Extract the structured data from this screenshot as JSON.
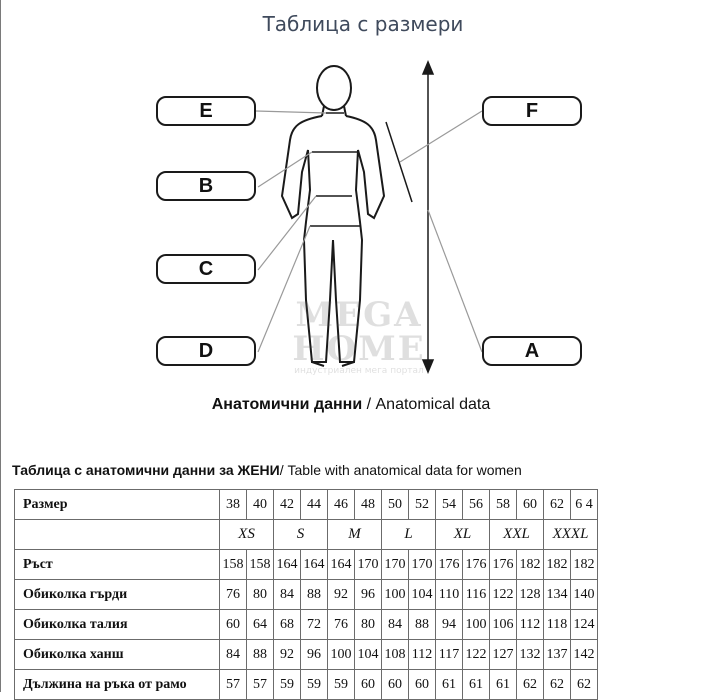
{
  "page_title": "Таблица с размери",
  "figure": {
    "labels": [
      "E",
      "F",
      "B",
      "C",
      "D",
      "A"
    ],
    "caption_bold": "Анатомични данни",
    "caption_rest": " / Anatomical data"
  },
  "watermark": {
    "line1": "MEGA",
    "line2": "HOME",
    "line3": "индустриален мега портал"
  },
  "table_title": {
    "bold": "Таблица с анатомични данни за ЖЕНИ",
    "rest": "/ Table with anatomical data for women"
  },
  "table": {
    "header_label": "Размер",
    "sizes": [
      "38",
      "40",
      "42",
      "44",
      "46",
      "48",
      "50",
      "52",
      "54",
      "56",
      "58",
      "60",
      "62",
      "6 4"
    ],
    "letters": [
      "XS",
      "S",
      "M",
      "L",
      "XL",
      "XXL",
      "XXXL"
    ],
    "rows": [
      {
        "label": "Ръст",
        "values": [
          "158",
          "158",
          "164",
          "164",
          "164",
          "170",
          "170",
          "170",
          "176",
          "176",
          "176",
          "182",
          "182",
          "182"
        ]
      },
      {
        "label": "Обиколка гърди",
        "values": [
          "76",
          "80",
          "84",
          "88",
          "92",
          "96",
          "100",
          "104",
          "110",
          "116",
          "122",
          "128",
          "134",
          "140"
        ]
      },
      {
        "label": "Обиколка талия",
        "values": [
          "60",
          "64",
          "68",
          "72",
          "76",
          "80",
          "84",
          "88",
          "94",
          "100",
          "106",
          "112",
          "118",
          "124"
        ]
      },
      {
        "label": "Обиколка ханш",
        "values": [
          "84",
          "88",
          "92",
          "96",
          "100",
          "104",
          "108",
          "112",
          "117",
          "122",
          "127",
          "132",
          "137",
          "142"
        ]
      },
      {
        "label": "Дължина на ръка от рамо",
        "values": [
          "57",
          "57",
          "59",
          "59",
          "59",
          "60",
          "60",
          "60",
          "61",
          "61",
          "61",
          "62",
          "62",
          "62"
        ]
      }
    ]
  }
}
